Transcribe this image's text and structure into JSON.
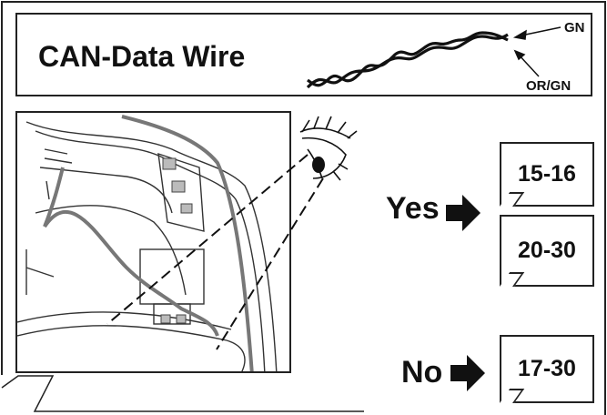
{
  "title": "CAN-Data Wire",
  "wire_labels": {
    "top": "GN",
    "bottom": "OR/GN"
  },
  "answers": {
    "yes": "Yes",
    "no": "No"
  },
  "references": {
    "yes_primary": "15-16",
    "yes_secondary": "20-30",
    "no": "17-30"
  },
  "icons": {
    "eye": "eye-icon",
    "arrow": "right-arrow-icon"
  }
}
